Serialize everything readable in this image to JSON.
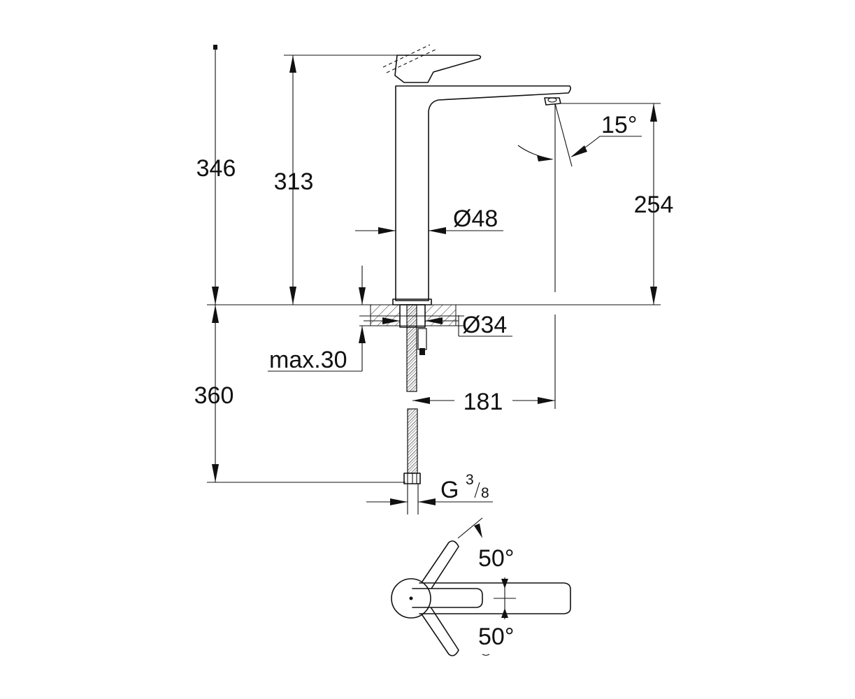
{
  "dimensions": {
    "total_height": "346",
    "spout_height": "313",
    "outlet_height": "254",
    "body_diameter": "Ø48",
    "base_diameter": "Ø34",
    "max_counter_thickness": "max.30",
    "hose_length": "360",
    "projection": "181",
    "outlet_angle": "15°",
    "connection_letter": "G",
    "connection_numerator": "3",
    "connection_denominator": "8",
    "lever_angle_back": "50°",
    "lever_angle_front": "50°"
  },
  "colors": {
    "line": "#111111",
    "background": "#ffffff"
  }
}
